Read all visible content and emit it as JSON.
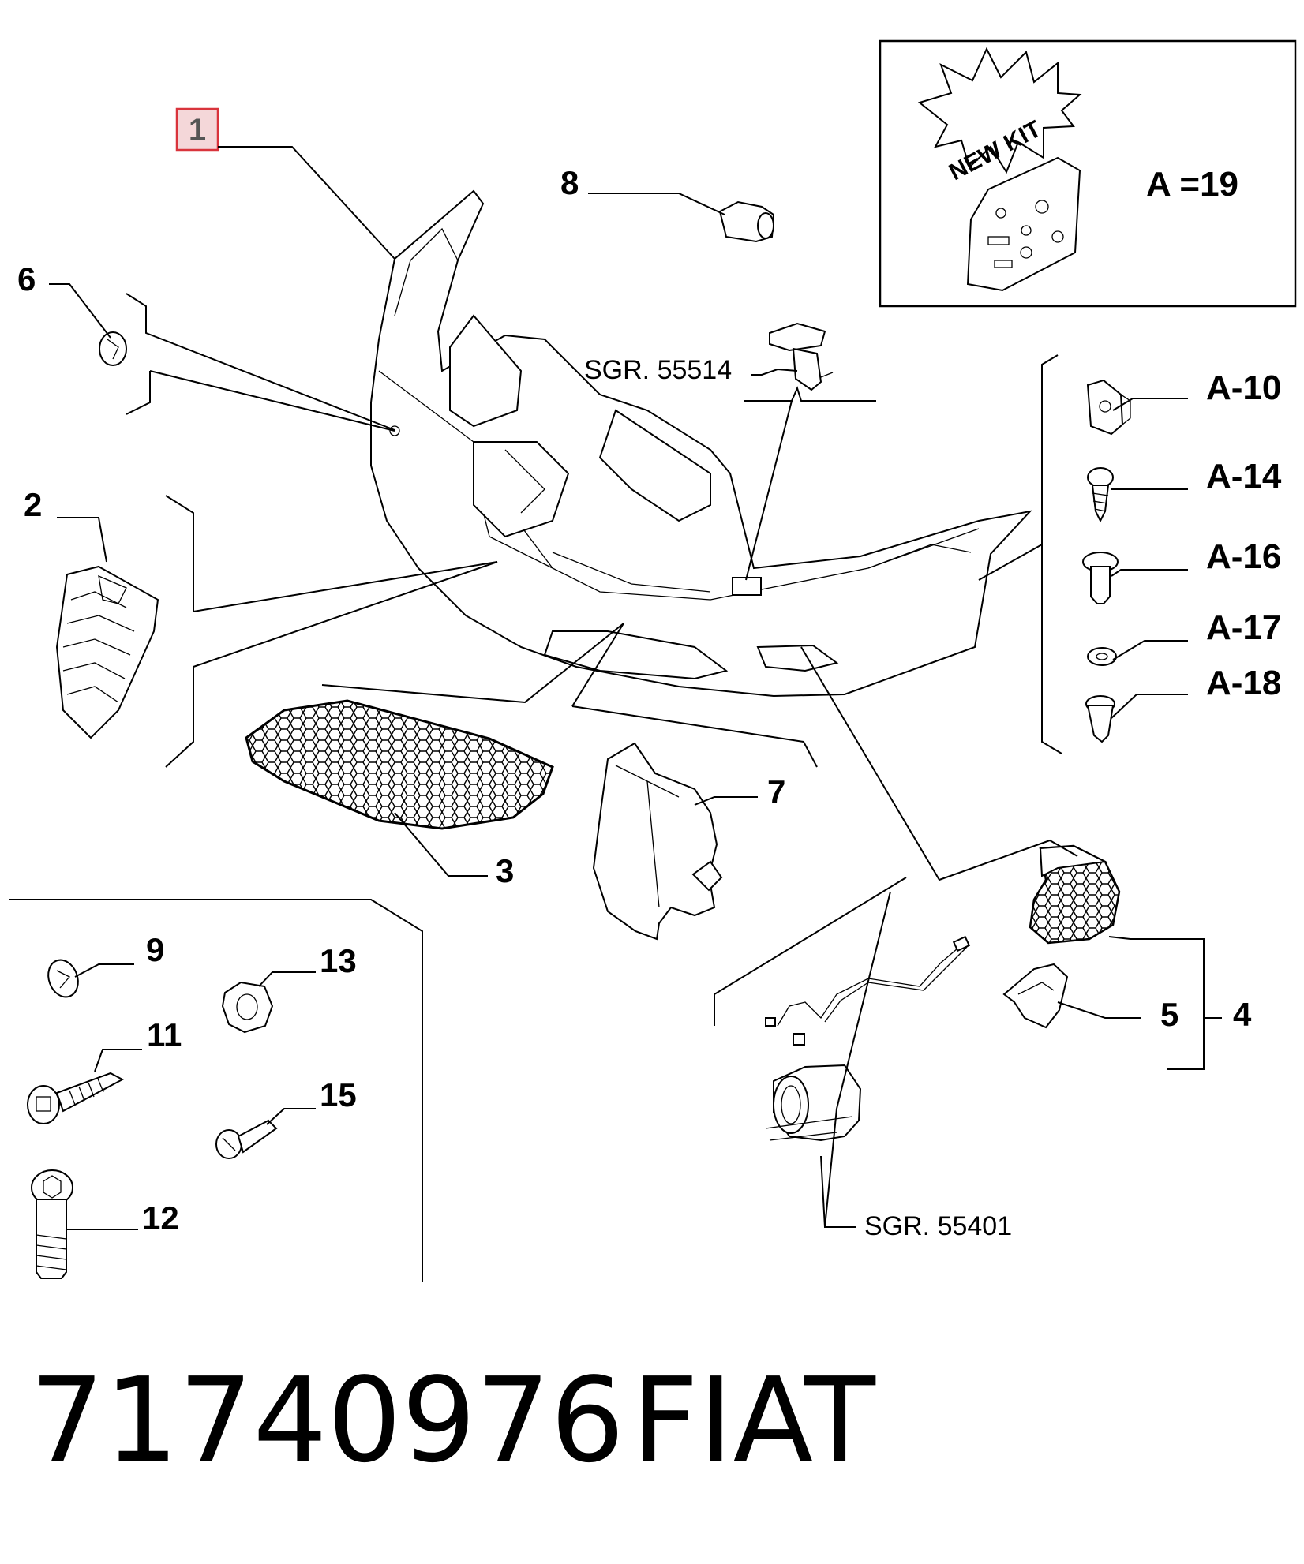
{
  "callouts": {
    "c1": "1",
    "c2": "2",
    "c3": "3",
    "c4": "4",
    "c5": "5",
    "c6": "6",
    "c7": "7",
    "c8": "8",
    "c9": "9",
    "c11": "11",
    "c12": "12",
    "c13": "13",
    "c15": "15",
    "a10": "A-10",
    "a14": "A-14",
    "a16": "A-16",
    "a17": "A-17",
    "a18": "A-18"
  },
  "references": {
    "sgr_top": "SGR. 55514",
    "sgr_bottom": "SGR. 55401"
  },
  "kit": {
    "badge": "NEW KIT",
    "label": "A =19"
  },
  "footer": {
    "part_number": "71740976",
    "brand": "FIAT"
  },
  "colors": {
    "highlight_fill": "#f4d7d9",
    "highlight_border": "#d9343c",
    "highlight_text": "#555555"
  }
}
